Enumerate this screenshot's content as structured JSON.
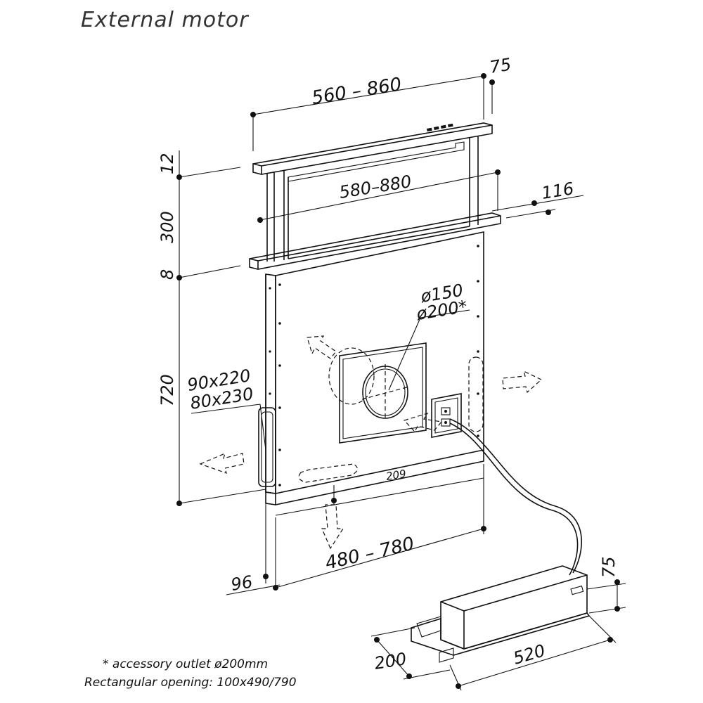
{
  "title": "External motor",
  "dimensions": {
    "top_width": "560 – 860",
    "top_depth": "75",
    "inner_width": "580–880",
    "side_depth": "116",
    "lid_thickness": "12",
    "lift_height": "300",
    "trim_thickness": "8",
    "body_height": "720",
    "side_opening_1": "90x220",
    "side_opening_2": "80x230",
    "outlet_1": "ø150",
    "outlet_2": "ø200*",
    "bottom_opening_width": "209",
    "body_width": "480 – 780",
    "body_depth": "96",
    "motor_height": "75",
    "motor_depth": "200",
    "motor_length": "520"
  },
  "notes": {
    "accessory": "* accessory outlet ø200mm",
    "opening": "Rectangular opening: 100x490/790"
  }
}
